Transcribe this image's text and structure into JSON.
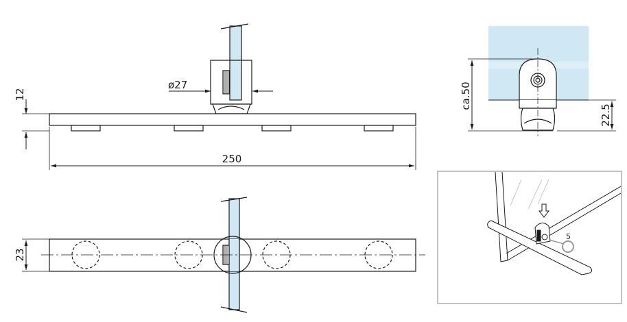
{
  "dimensions": {
    "base_height": "12",
    "clamp_diameter": "ø27",
    "total_length": "250",
    "base_width": "23",
    "overall_height": "ca.50",
    "clamp_height": "22.5"
  },
  "detail": {
    "callout_label": "5"
  },
  "colors": {
    "glass": "#cfe8f3",
    "line": "#1a1a1a",
    "detail_frame": "#9a9a9a"
  }
}
